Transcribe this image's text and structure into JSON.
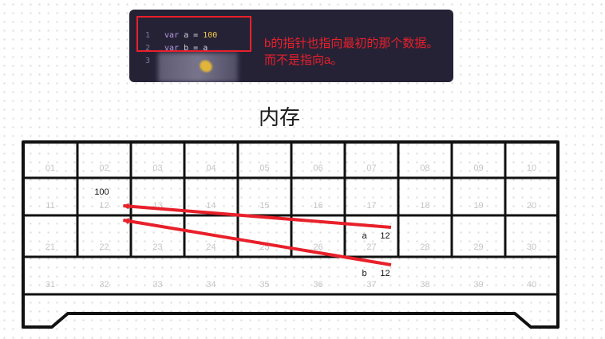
{
  "code": {
    "lines": [
      {
        "num": "1",
        "kw": "var",
        "name": "a",
        "op": "=",
        "value": "100"
      },
      {
        "num": "2",
        "kw": "var",
        "name": "b",
        "op": "=",
        "value": "a"
      },
      {
        "num": "3"
      }
    ]
  },
  "annotation": {
    "line1": "b的指针也指向最初的那个数据。",
    "line2": "而不是指向a。"
  },
  "title": "内存",
  "cells": [
    [
      "01",
      "02",
      "03",
      "04",
      "05",
      "06",
      "07",
      "08",
      "09",
      "10"
    ],
    [
      "11",
      "12",
      "13",
      "14",
      "15",
      "16",
      "17",
      "18",
      "19",
      "20"
    ],
    [
      "21",
      "22",
      "23",
      "24",
      "25",
      "26",
      "27",
      "28",
      "29",
      "30"
    ],
    [
      "31",
      "32",
      "33",
      "34",
      "35",
      "36",
      "37",
      "38",
      "39",
      "40"
    ]
  ],
  "stored_value": {
    "cell": "12",
    "value": "100"
  },
  "variables": [
    {
      "name": "a",
      "points_to": "12",
      "cell": "27"
    },
    {
      "name": "b",
      "points_to": "12",
      "cell": "37"
    }
  ],
  "colors": {
    "arrow": "#e8202a",
    "grid": "#111111",
    "cell_number": "#c4c4c4",
    "panel_bg": "#262236"
  }
}
